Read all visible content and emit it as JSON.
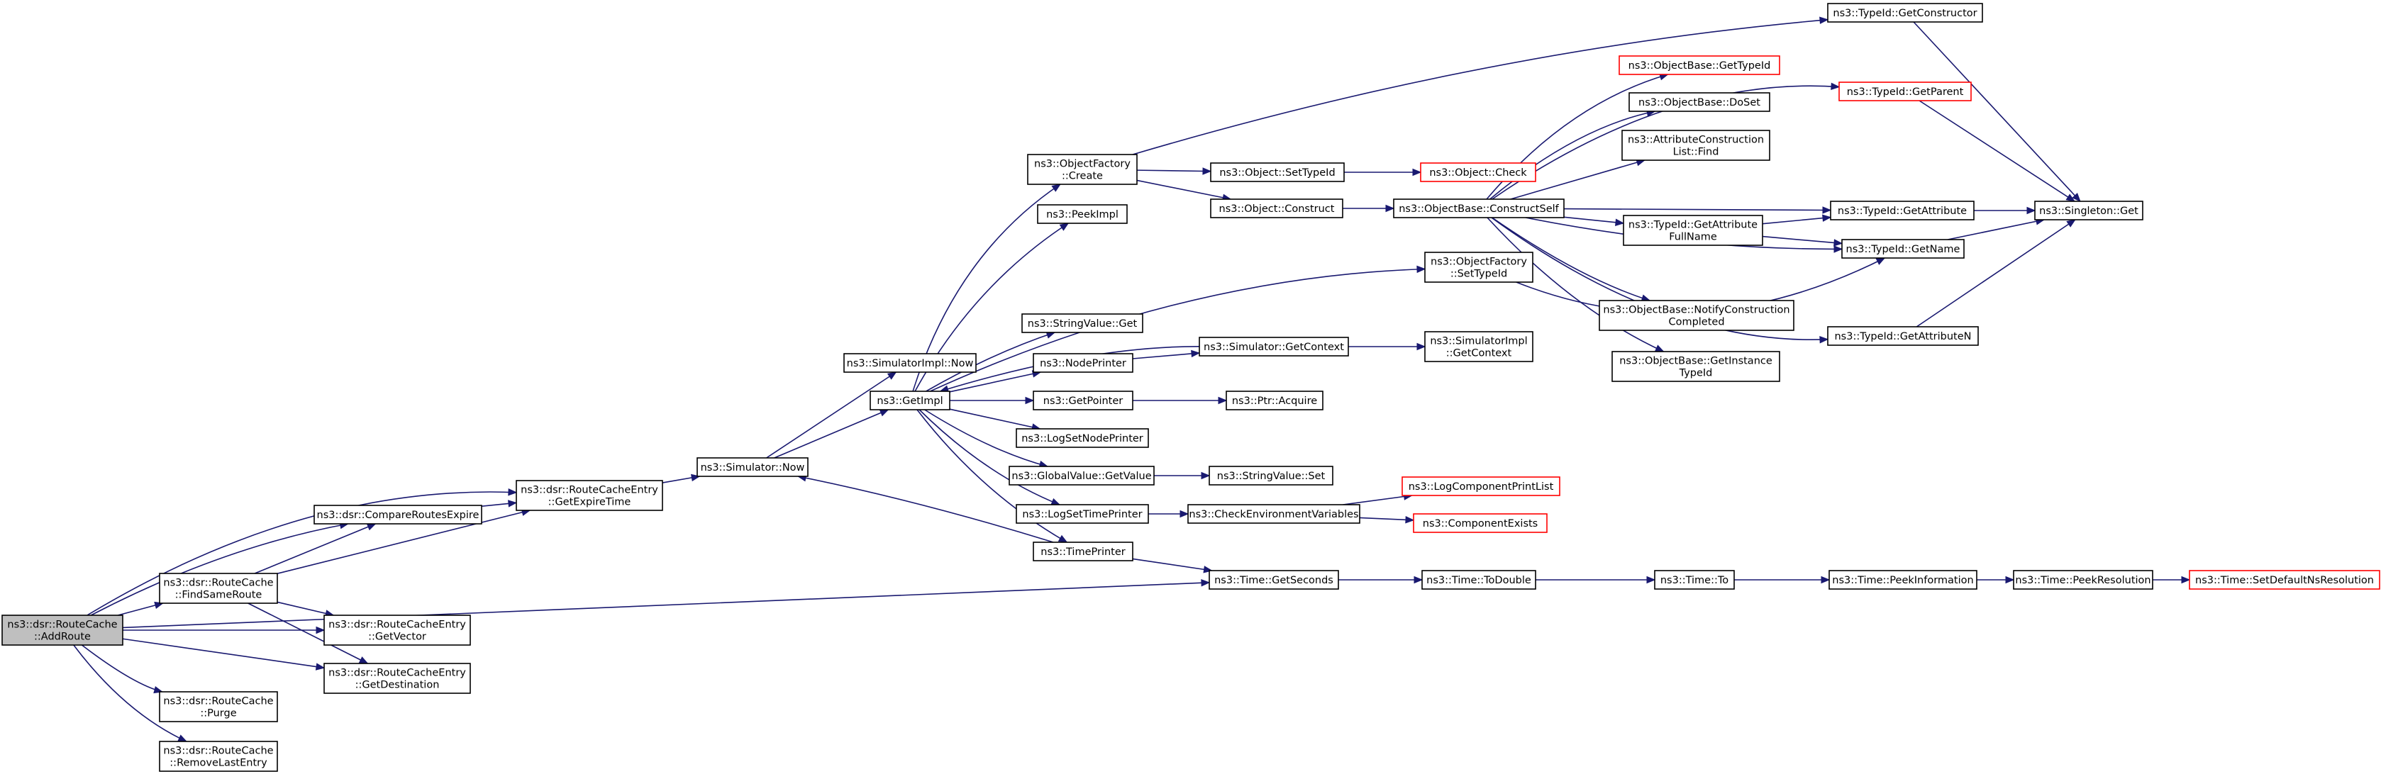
{
  "graph": {
    "root": "addroute",
    "nodes": [
      {
        "id": "addroute",
        "lines": [
          "ns3::dsr::RouteCache",
          "::AddRoute"
        ],
        "style": "root"
      },
      {
        "id": "findsameroute",
        "lines": [
          "ns3::dsr::RouteCache",
          "::FindSameRoute"
        ]
      },
      {
        "id": "purge",
        "lines": [
          "ns3::dsr::RouteCache",
          "::Purge"
        ]
      },
      {
        "id": "removelastentry",
        "lines": [
          "ns3::dsr::RouteCache",
          "::RemoveLastEntry"
        ]
      },
      {
        "id": "compareroutesexpire",
        "lines": [
          "ns3::dsr::CompareRoutesExpire"
        ]
      },
      {
        "id": "getvector",
        "lines": [
          "ns3::dsr::RouteCacheEntry",
          "::GetVector"
        ]
      },
      {
        "id": "getdestination",
        "lines": [
          "ns3::dsr::RouteCacheEntry",
          "::GetDestination"
        ]
      },
      {
        "id": "getexpiretime",
        "lines": [
          "ns3::dsr::RouteCacheEntry",
          "::GetExpireTime"
        ]
      },
      {
        "id": "simnow",
        "lines": [
          "ns3::Simulator::Now"
        ]
      },
      {
        "id": "simimplnow",
        "lines": [
          "ns3::SimulatorImpl::Now"
        ]
      },
      {
        "id": "getimpl",
        "lines": [
          "ns3::GetImpl"
        ]
      },
      {
        "id": "objfactorycreate",
        "lines": [
          "ns3::ObjectFactory",
          "::Create"
        ]
      },
      {
        "id": "peekimpl",
        "lines": [
          "ns3::PeekImpl"
        ]
      },
      {
        "id": "stringvalueget",
        "lines": [
          "ns3::StringValue::Get"
        ]
      },
      {
        "id": "nodeprinter",
        "lines": [
          "ns3::NodePrinter"
        ]
      },
      {
        "id": "getpointer",
        "lines": [
          "ns3::GetPointer"
        ]
      },
      {
        "id": "logsetnodeprinter",
        "lines": [
          "ns3::LogSetNodePrinter"
        ]
      },
      {
        "id": "globalvalueget",
        "lines": [
          "ns3::GlobalValue::GetValue"
        ]
      },
      {
        "id": "logsettimeprinter",
        "lines": [
          "ns3::LogSetTimePrinter"
        ]
      },
      {
        "id": "timeprinter",
        "lines": [
          "ns3::TimePrinter"
        ]
      },
      {
        "id": "objsettypeid",
        "lines": [
          "ns3::Object::SetTypeId"
        ]
      },
      {
        "id": "objconstruct",
        "lines": [
          "ns3::Object::Construct"
        ]
      },
      {
        "id": "simgetcontext",
        "lines": [
          "ns3::Simulator::GetContext"
        ]
      },
      {
        "id": "ptracquire",
        "lines": [
          "ns3::Ptr::Acquire"
        ]
      },
      {
        "id": "stringvalueset",
        "lines": [
          "ns3::StringValue::Set"
        ]
      },
      {
        "id": "checkenv",
        "lines": [
          "ns3::CheckEnvironmentVariables"
        ]
      },
      {
        "id": "timegetseconds",
        "lines": [
          "ns3::Time::GetSeconds"
        ]
      },
      {
        "id": "objcheck",
        "lines": [
          "ns3::Object::Check"
        ],
        "style": "red"
      },
      {
        "id": "constructself",
        "lines": [
          "ns3::ObjectBase::ConstructSelf"
        ]
      },
      {
        "id": "objfactorysettypeid",
        "lines": [
          "ns3::ObjectFactory",
          "::SetTypeId"
        ]
      },
      {
        "id": "simimplgetcontext",
        "lines": [
          "ns3::SimulatorImpl",
          "::GetContext"
        ]
      },
      {
        "id": "logcompprintlist",
        "lines": [
          "ns3::LogComponentPrintList"
        ],
        "style": "red"
      },
      {
        "id": "componentexists",
        "lines": [
          "ns3::ComponentExists"
        ],
        "style": "red"
      },
      {
        "id": "timetodouble",
        "lines": [
          "ns3::Time::ToDouble"
        ]
      },
      {
        "id": "objbasegettypeid",
        "lines": [
          "ns3::ObjectBase::GetTypeId"
        ],
        "style": "red"
      },
      {
        "id": "objbasedoset",
        "lines": [
          "ns3::ObjectBase::DoSet"
        ]
      },
      {
        "id": "attrconstrlistfind",
        "lines": [
          "ns3::AttributeConstruction",
          "List::Find"
        ]
      },
      {
        "id": "typeidgetattrfullname",
        "lines": [
          "ns3::TypeId::GetAttribute",
          "FullName"
        ]
      },
      {
        "id": "objbasenotify",
        "lines": [
          "ns3::ObjectBase::NotifyConstruction",
          "Completed"
        ]
      },
      {
        "id": "objbasegetinstance",
        "lines": [
          "ns3::ObjectBase::GetInstance",
          "TypeId"
        ]
      },
      {
        "id": "timeto",
        "lines": [
          "ns3::Time::To"
        ]
      },
      {
        "id": "typeidgetconstructor",
        "lines": [
          "ns3::TypeId::GetConstructor"
        ]
      },
      {
        "id": "typeidgetparent",
        "lines": [
          "ns3::TypeId::GetParent"
        ],
        "style": "red"
      },
      {
        "id": "typeidgetattribute",
        "lines": [
          "ns3::TypeId::GetAttribute"
        ]
      },
      {
        "id": "typeidgetname",
        "lines": [
          "ns3::TypeId::GetName"
        ]
      },
      {
        "id": "typeidgetattributen",
        "lines": [
          "ns3::TypeId::GetAttributeN"
        ]
      },
      {
        "id": "timepeekinfo",
        "lines": [
          "ns3::Time::PeekInformation"
        ]
      },
      {
        "id": "singletonget",
        "lines": [
          "ns3::Singleton::Get"
        ]
      },
      {
        "id": "timepeekres",
        "lines": [
          "ns3::Time::PeekResolution"
        ]
      },
      {
        "id": "timesetdefaultns",
        "lines": [
          "ns3::Time::SetDefaultNsResolution"
        ],
        "style": "red"
      }
    ],
    "edges": [
      [
        "addroute",
        "getexpiretime"
      ],
      [
        "addroute",
        "compareroutesexpire"
      ],
      [
        "addroute",
        "findsameroute"
      ],
      [
        "addroute",
        "getvector"
      ],
      [
        "addroute",
        "getdestination"
      ],
      [
        "addroute",
        "purge"
      ],
      [
        "addroute",
        "removelastentry"
      ],
      [
        "addroute",
        "timegetseconds"
      ],
      [
        "findsameroute",
        "compareroutesexpire"
      ],
      [
        "findsameroute",
        "getexpiretime"
      ],
      [
        "findsameroute",
        "getvector"
      ],
      [
        "findsameroute",
        "getdestination"
      ],
      [
        "compareroutesexpire",
        "getexpiretime"
      ],
      [
        "getexpiretime",
        "simnow"
      ],
      [
        "simnow",
        "simimplnow"
      ],
      [
        "simnow",
        "getimpl"
      ],
      [
        "getimpl",
        "objfactorycreate"
      ],
      [
        "getimpl",
        "peekimpl"
      ],
      [
        "getimpl",
        "objfactorysettypeid"
      ],
      [
        "getimpl",
        "stringvalueget"
      ],
      [
        "getimpl",
        "nodeprinter"
      ],
      [
        "getimpl",
        "getpointer"
      ],
      [
        "getimpl",
        "logsetnodeprinter"
      ],
      [
        "getimpl",
        "globalvalueget"
      ],
      [
        "getimpl",
        "logsettimeprinter"
      ],
      [
        "getimpl",
        "timeprinter"
      ],
      [
        "objfactorycreate",
        "objsettypeid"
      ],
      [
        "objfactorycreate",
        "objconstruct"
      ],
      [
        "objfactorycreate",
        "typeidgetconstructor"
      ],
      [
        "objsettypeid",
        "objcheck"
      ],
      [
        "objconstruct",
        "constructself"
      ],
      [
        "nodeprinter",
        "simgetcontext"
      ],
      [
        "simgetcontext",
        "simimplgetcontext"
      ],
      [
        "simgetcontext",
        "getimpl"
      ],
      [
        "getpointer",
        "ptracquire"
      ],
      [
        "globalvalueget",
        "stringvalueset"
      ],
      [
        "logsettimeprinter",
        "checkenv"
      ],
      [
        "checkenv",
        "logcompprintlist"
      ],
      [
        "checkenv",
        "componentexists"
      ],
      [
        "timeprinter",
        "simnow"
      ],
      [
        "timeprinter",
        "timegetseconds"
      ],
      [
        "timegetseconds",
        "timetodouble"
      ],
      [
        "timetodouble",
        "timeto"
      ],
      [
        "timeto",
        "timepeekinfo"
      ],
      [
        "timepeekinfo",
        "timepeekres"
      ],
      [
        "timepeekres",
        "timesetdefaultns"
      ],
      [
        "constructself",
        "objbasegettypeid"
      ],
      [
        "constructself",
        "objbasedoset"
      ],
      [
        "constructself",
        "attrconstrlistfind"
      ],
      [
        "constructself",
        "typeidgetparent"
      ],
      [
        "constructself",
        "typeidgetattribute"
      ],
      [
        "constructself",
        "typeidgetattrfullname"
      ],
      [
        "constructself",
        "typeidgetname"
      ],
      [
        "constructself",
        "objbasenotify"
      ],
      [
        "constructself",
        "objbasegetinstance"
      ],
      [
        "constructself",
        "typeidgetattributen"
      ],
      [
        "objfactorysettypeid",
        "typeidgetname"
      ],
      [
        "typeidgetattrfullname",
        "typeidgetattribute"
      ],
      [
        "typeidgetattrfullname",
        "typeidgetname"
      ],
      [
        "typeidgetconstructor",
        "singletonget"
      ],
      [
        "typeidgetparent",
        "singletonget"
      ],
      [
        "typeidgetattribute",
        "singletonget"
      ],
      [
        "typeidgetname",
        "singletonget"
      ],
      [
        "typeidgetattributen",
        "singletonget"
      ]
    ]
  }
}
